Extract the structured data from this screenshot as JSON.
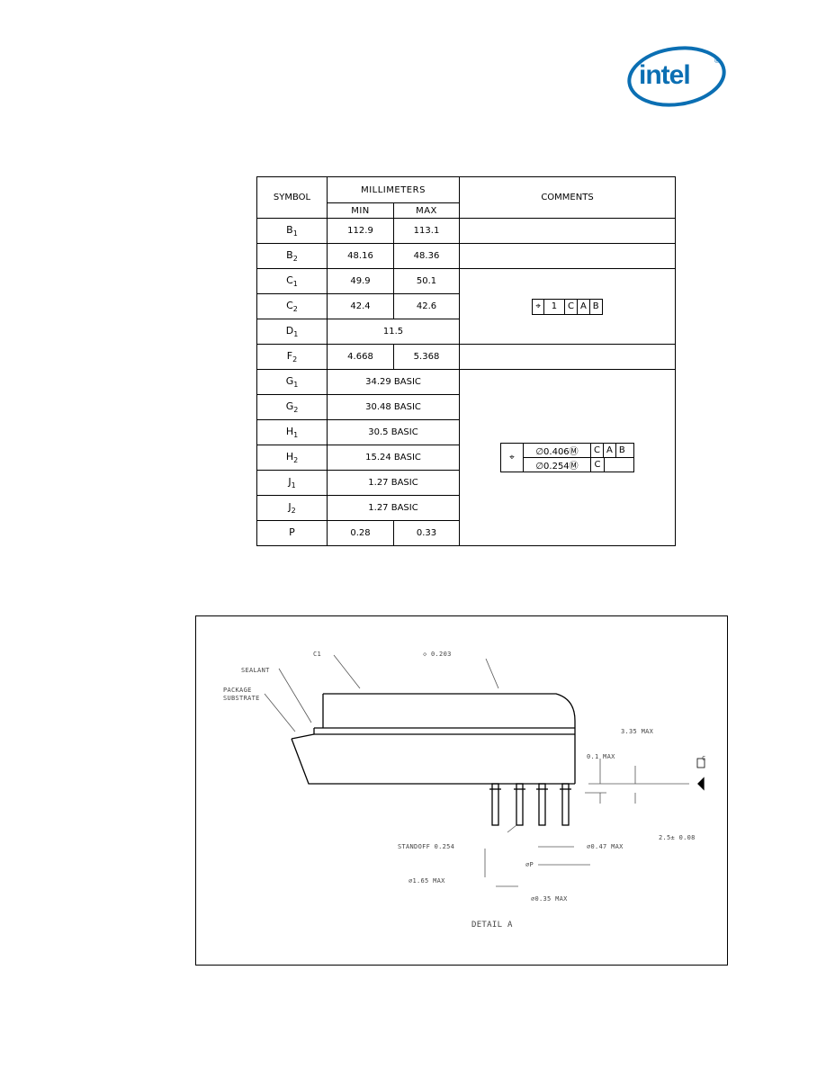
{
  "logo": {
    "text": "intel",
    "registered": "®",
    "color": "#0b6fb3"
  },
  "table": {
    "header": {
      "symbol": "SYMBOL",
      "millimeters": "MILLIMETERS",
      "min": "MIN",
      "max": "MAX",
      "comments": "COMMENTS"
    },
    "rows": [
      {
        "sym": "B",
        "sub": "1",
        "min": "112.9",
        "max": "113.1"
      },
      {
        "sym": "B",
        "sub": "2",
        "min": "48.16",
        "max": "48.36"
      },
      {
        "sym": "C",
        "sub": "1",
        "min": "49.9",
        "max": "50.1"
      },
      {
        "sym": "C",
        "sub": "2",
        "min": "42.4",
        "max": "42.6"
      },
      {
        "sym": "D",
        "sub": "1",
        "value": "11.5"
      },
      {
        "sym": "F",
        "sub": "2",
        "min": "4.668",
        "max": "5.368"
      },
      {
        "sym": "G",
        "sub": "1",
        "value": "34.29 BASIC"
      },
      {
        "sym": "G",
        "sub": "2",
        "value": "30.48 BASIC"
      },
      {
        "sym": "H",
        "sub": "1",
        "value": "30.5 BASIC"
      },
      {
        "sym": "H",
        "sub": "2",
        "value": "15.24 BASIC"
      },
      {
        "sym": "J",
        "sub": "1",
        "value": "1.27 BASIC"
      },
      {
        "sym": "J",
        "sub": "2",
        "value": "1.27 BASIC"
      },
      {
        "sym": "P",
        "sub": "",
        "min": "0.28",
        "max": "0.33"
      }
    ],
    "fcf_position": {
      "symbol": "⌖",
      "tol": "1",
      "datum_c": "C",
      "datum_a": "A",
      "datum_b": "B"
    },
    "fcf_pins": {
      "symbol": "⌖",
      "row1": {
        "tol": "∅0.406Ⓜ",
        "datum_c": "C",
        "datum_a": "A",
        "datum_b": "B"
      },
      "row2": {
        "tol": "∅0.254Ⓜ",
        "datum_c": "C"
      }
    }
  },
  "drawing": {
    "labels": {
      "c1": "C1",
      "flatness": "◇ 0.203",
      "sealant": "SEALANT",
      "package": "PACKAGE",
      "substrate": "SUBSTRATE",
      "height_max": "3.35 MAX",
      "height_min": "0.1 MAX",
      "pin_length": "2.5± 0.08",
      "datum_c": "C",
      "standoff": "STANDOFF 0.254",
      "pin_dia_max": "∅0.47 MAX",
      "pin_dia": "∅P",
      "flange_max": "∅1.65 MAX",
      "flange_dia": "∅0.35 MAX",
      "detail": "DETAIL A"
    }
  }
}
